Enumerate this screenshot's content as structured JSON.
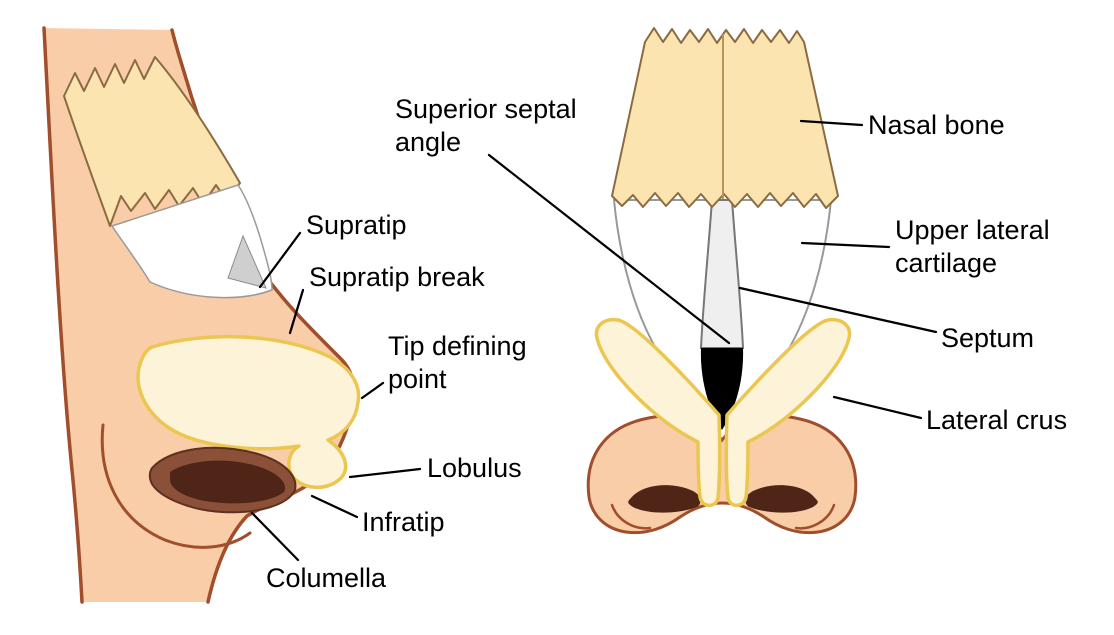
{
  "labels": {
    "supratip": "Supratip",
    "supratip_break": "Supratip break",
    "tip_defining_point": "Tip defining point",
    "lobulus": "Lobulus",
    "infratip": "Infratip",
    "columella": "Columella",
    "superior_septal_angle": "Superior septal angle",
    "nasal_bone": "Nasal bone",
    "upper_lateral_cartilage": "Upper lateral cartilage",
    "septum": "Septum",
    "lateral_crus": "Lateral crus"
  },
  "colors": {
    "background": "#FFFFFF",
    "skin": "#F8CDA8",
    "skin_outline": "#A14E2C",
    "bone": "#FBE4B0",
    "bone_outline": "#8A6B42",
    "cartilage": "#FDF3D8",
    "cartilage_outline": "#EBC650",
    "white_cartilage": "#FFFFFF",
    "gray_shadow": "#CFCFCF",
    "septum_fill": "#EFEFEF",
    "septum_edge": "#777777",
    "septal_angle_black": "#000000",
    "nostril_rim": "#8A5038",
    "nostril_dark": "#4E2517",
    "leader_line": "#000000",
    "label_text": "#000000"
  }
}
